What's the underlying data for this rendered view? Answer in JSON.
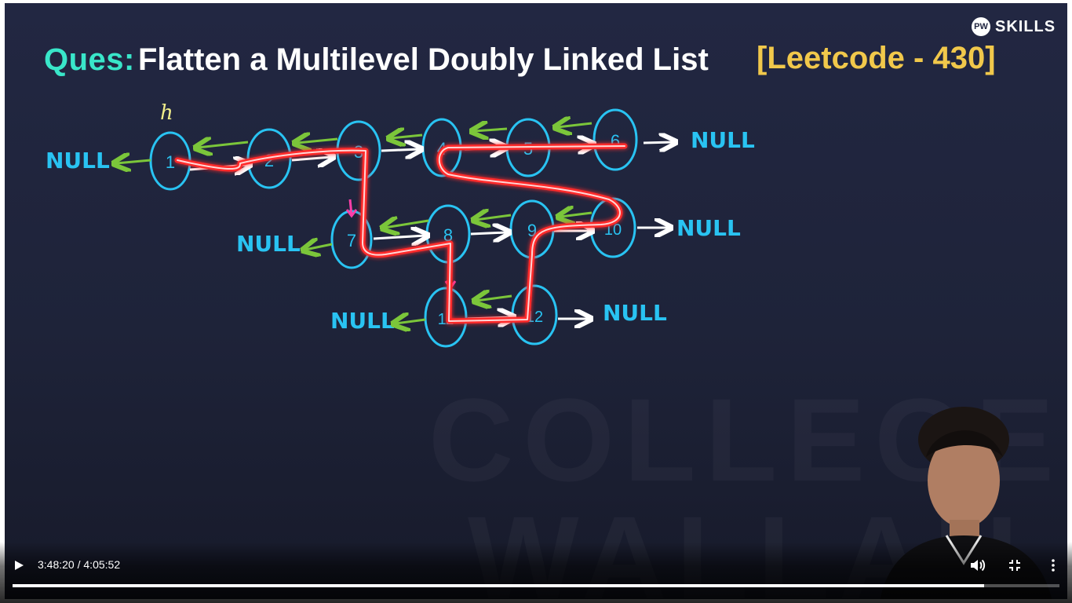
{
  "slide": {
    "ques_label": "Ques:",
    "title": "Flatten a Multilevel Doubly Linked List",
    "tag": "[Leetcode - 430]",
    "brand": "SKILLS",
    "brand_logo": "PW",
    "head_marker": "h",
    "null_label": "NULL",
    "level1_nodes": [
      "1",
      "2",
      "3",
      "4",
      "5",
      "6"
    ],
    "level2_nodes": [
      "7",
      "8",
      "9",
      "10"
    ],
    "level3_nodes": [
      "11",
      "12"
    ],
    "watermark_line1": "COLLEGE",
    "watermark_line2": "WALLAH",
    "colors": {
      "ques_label": "#39e6c9",
      "tag": "#f1c84b",
      "node": "#29c3f2",
      "prev_arrow": "#7bc63a",
      "flatten_path": "#ff2b2b",
      "child_arrow": "#ff3ea8"
    }
  },
  "player": {
    "current_time": "3:48:20",
    "separator": " / ",
    "duration": "4:05:52",
    "progress_fraction": 0.928,
    "icons": {
      "play": "play-icon",
      "volume": "volume-icon",
      "fullscreen_exit": "fullscreen-exit-icon",
      "more": "more-vert-icon"
    }
  }
}
